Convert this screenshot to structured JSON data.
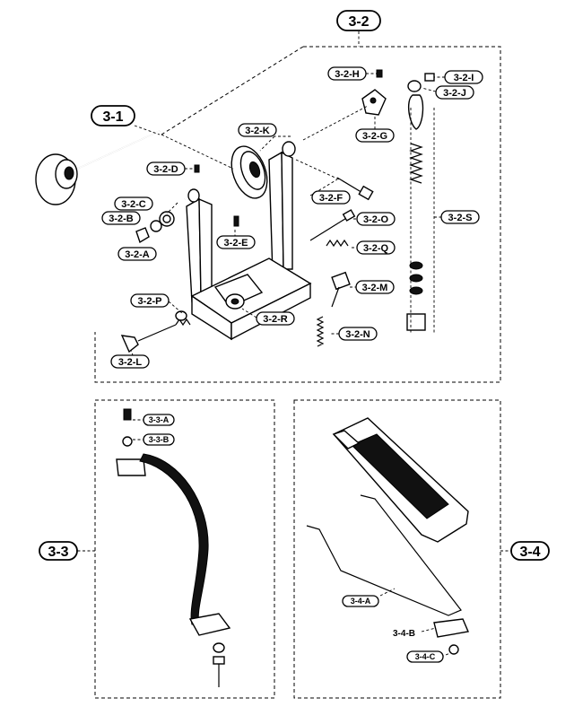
{
  "section_labels": {
    "s3_1": "3-1",
    "s3_2": "3-2",
    "s3_3": "3-3",
    "s3_4": "3-4"
  },
  "labels_3_2": {
    "a": "3-2-A",
    "b": "3-2-B",
    "c": "3-2-C",
    "d": "3-2-D",
    "e": "3-2-E",
    "f": "3-2-F",
    "g": "3-2-G",
    "h": "3-2-H",
    "i": "3-2-I",
    "j": "3-2-J",
    "k": "3-2-K",
    "l": "3-2-L",
    "m": "3-2-M",
    "n": "3-2-N",
    "o": "3-2-O",
    "p": "3-2-P",
    "q": "3-2-Q",
    "r": "3-2-R",
    "s": "3-2-S"
  },
  "labels_3_3": {
    "a": "3-3-A",
    "b": "3-3-B"
  },
  "labels_3_4": {
    "a": "3-4-A",
    "b": "3-4-B",
    "c": "3-4-C"
  }
}
